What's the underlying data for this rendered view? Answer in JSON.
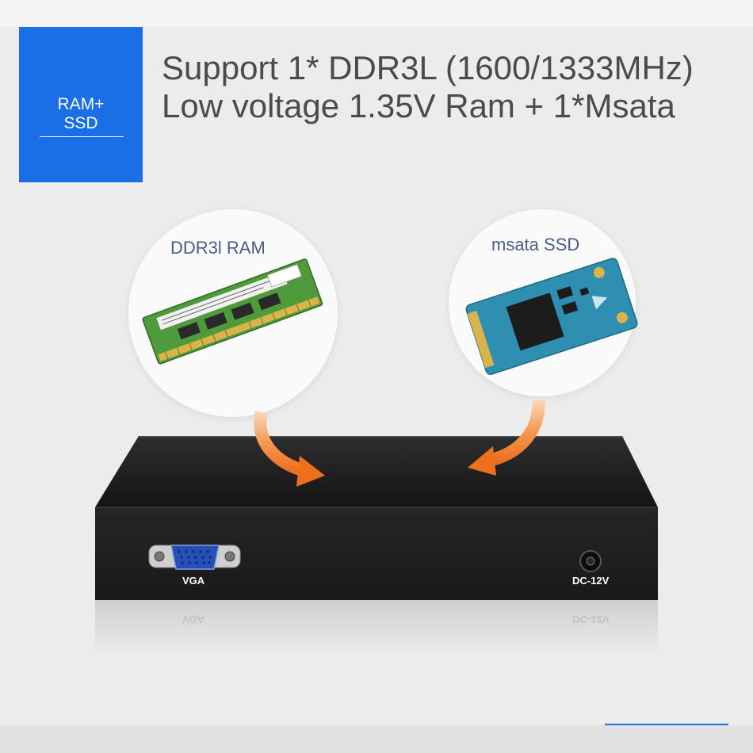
{
  "badge": {
    "line1": "RAM+",
    "line2": "SSD",
    "color": "#1a6ee6"
  },
  "headline": {
    "line1": "Support 1* DDR3L (1600/1333MHz)",
    "line2": "Low voltage 1.35V Ram + 1*Msata"
  },
  "callouts": {
    "ram_label": "DDR3l RAM",
    "ssd_label": "msata SSD"
  },
  "device": {
    "vga_label": "VGA",
    "power_label": "DC-12V"
  },
  "colors": {
    "arrow": "#f07a2a",
    "ram_pcb": "#4f9a3a",
    "ssd_pcb": "#2f8fb0"
  }
}
